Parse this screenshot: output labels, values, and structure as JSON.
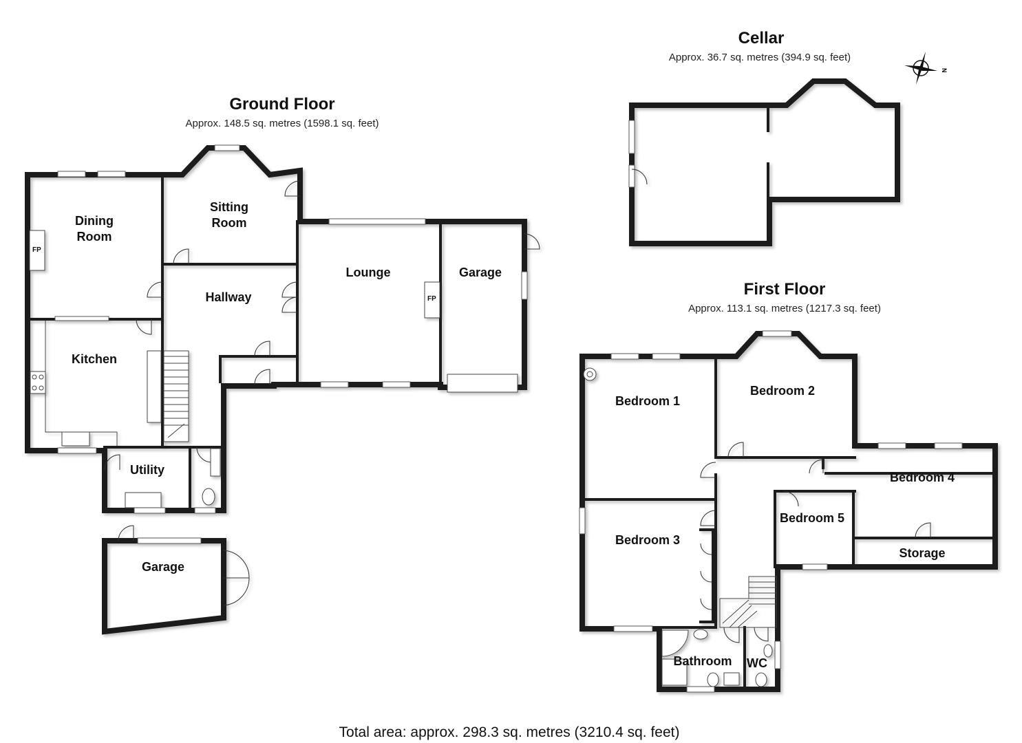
{
  "floors": {
    "ground": {
      "title": "Ground Floor",
      "area": "Approx. 148.5 sq. metres (1598.1 sq. feet)",
      "rooms": {
        "dining": "Dining\nRoom",
        "sitting": "Sitting\nRoom",
        "hallway": "Hallway",
        "lounge": "Lounge",
        "garage_right": "Garage",
        "kitchen": "Kitchen",
        "utility": "Utility",
        "garage_detached": "Garage"
      },
      "fireplace_label": "FP"
    },
    "cellar": {
      "title": "Cellar",
      "area": "Approx. 36.7 sq. metres (394.9 sq. feet)"
    },
    "first": {
      "title": "First Floor",
      "area": "Approx. 113.1 sq. metres (1217.3 sq. feet)",
      "rooms": {
        "bedroom1": "Bedroom 1",
        "bedroom2": "Bedroom 2",
        "bedroom3": "Bedroom 3",
        "bedroom4": "Bedroom 4",
        "bedroom5": "Bedroom 5",
        "storage": "Storage",
        "bathroom": "Bathroom",
        "wc": "WC"
      }
    }
  },
  "compass": {
    "north_label": "N"
  },
  "total_area": "Total area: approx. 298.3 sq. metres (3210.4 sq. feet)"
}
